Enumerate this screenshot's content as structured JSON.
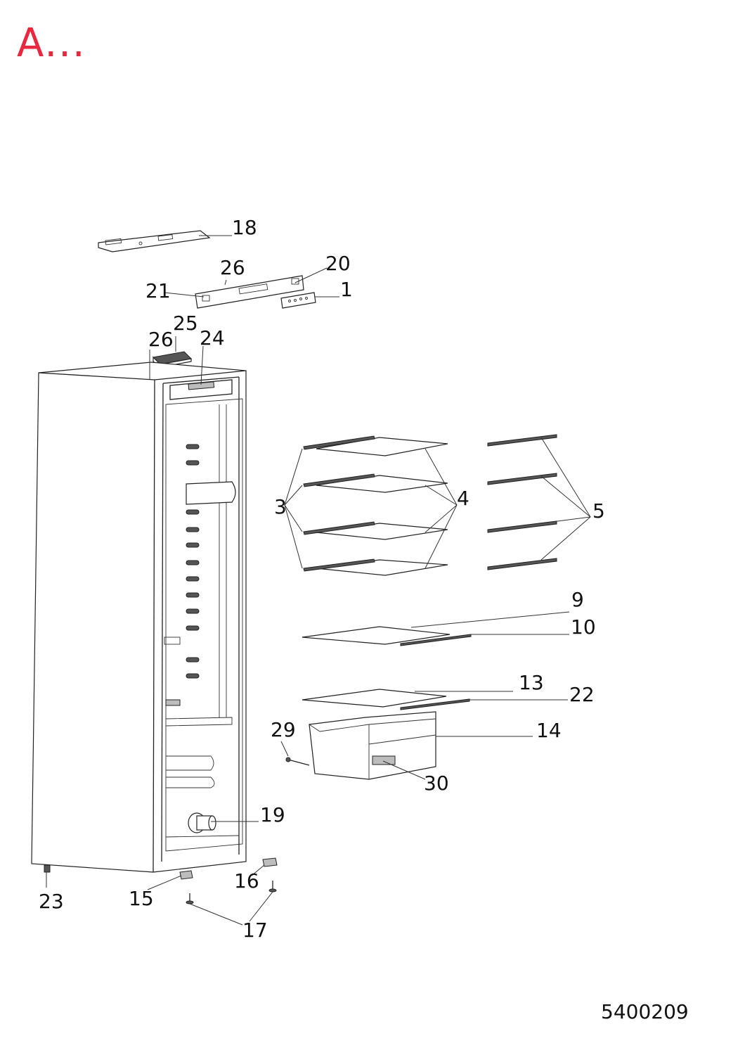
{
  "header": {
    "title": "A..."
  },
  "diagram": {
    "callouts": {
      "c1": "1",
      "c3": "3",
      "c4": "4",
      "c5": "5",
      "c9": "9",
      "c10": "10",
      "c13": "13",
      "c14": "14",
      "c15": "15",
      "c16": "16",
      "c17": "17",
      "c18": "18",
      "c19": "19",
      "c20": "20",
      "c21": "21",
      "c22": "22",
      "c23": "23",
      "c24": "24",
      "c25": "25",
      "c26a": "26",
      "c26b": "26",
      "c29": "29",
      "c30": "30"
    }
  },
  "footer": {
    "doc_number": "5400209"
  },
  "colors": {
    "title": "#e8283e",
    "line": "#222222",
    "background": "#ffffff"
  }
}
